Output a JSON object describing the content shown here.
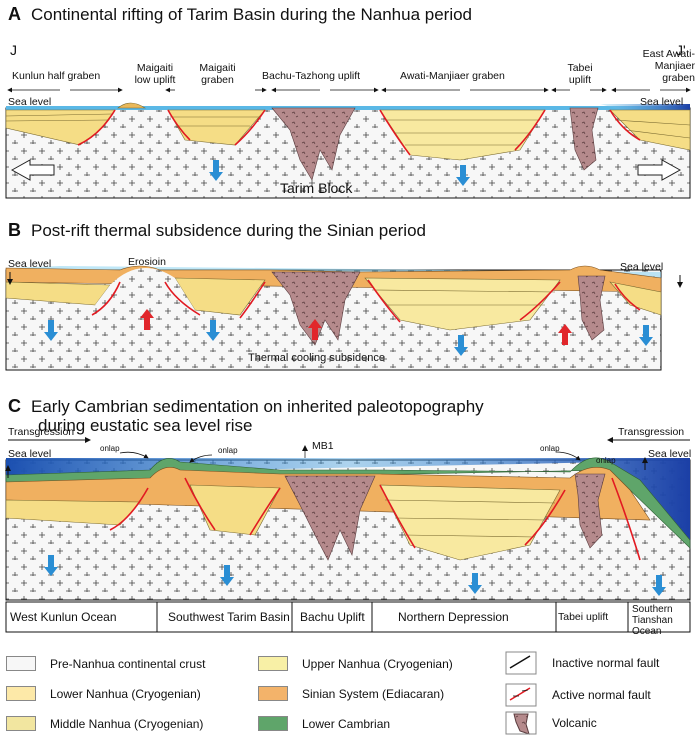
{
  "panels": {
    "a": {
      "letter": "A",
      "title": "Continental rifting of Tarim Basin during the Nanhua period",
      "section_left": "J",
      "section_right": "J'",
      "units": [
        "Kunlun half graben",
        "Maigaiti low uplift",
        "Maigaiti graben",
        "Bachu-Tazhong uplift",
        "Awati-Manjiaer graben",
        "Tabei uplift",
        "East Awati-Manjiaer graben"
      ],
      "sea_level_left": "Sea level",
      "sea_level_right": "Sea level",
      "block_label": "Tarim Block"
    },
    "b": {
      "letter": "B",
      "title": "Post-rift thermal subsidence during the Sinian period",
      "sea_level_left": "Sea level",
      "sea_level_right": "Sea level",
      "erosion_label": "Erosioin",
      "subsidence_label": "Thermal cooling subsidence"
    },
    "c": {
      "letter": "C",
      "title_line1": "Early Cambrian sedimentation on inherited paleotopography",
      "title_line2": "during eustatic sea level rise",
      "transgression_left": "Transgression",
      "transgression_right": "Transgression",
      "sea_level_left": "Sea level",
      "sea_level_right": "Sea level",
      "onlap": "onlap",
      "well": "MB1",
      "regions": [
        "West Kunlun Ocean",
        "Southwest Tarim Basin",
        "Bachu Uplift",
        "Northern Depression",
        "Tabei uplift",
        "Southern Tianshan Ocean"
      ]
    }
  },
  "legend": [
    {
      "label": "Pre-Nanhua continental crust",
      "color": "#f7f7f7"
    },
    {
      "label": "Lower Nanhua (Cryogenian)",
      "color": "#fde9a8"
    },
    {
      "label": "Middle Nanhua (Cryogenian)",
      "color": "#f2e6a0"
    },
    {
      "label": "Upper Nanhua (Cryogenian)",
      "color": "#f8f0a6"
    },
    {
      "label": "Sinian System (Ediacaran)",
      "color": "#f3b36a"
    },
    {
      "label": "Lower Cambrian",
      "color": "#5fa56a"
    },
    {
      "label": "Inactive normal fault"
    },
    {
      "label": "Active normal fault"
    },
    {
      "label": "Volcanic"
    }
  ],
  "colors": {
    "crust": "#f7f7f7",
    "nanhua_light": "#fbeeb0",
    "nanhua_mid": "#f5dd86",
    "nanhua_dark": "#efcf6a",
    "sinian": "#f0b060",
    "cambrian": "#5fa56a",
    "volcanic": "#b58a8c",
    "sea": "#1b3fa6",
    "fault": "#e21a22",
    "arrow_down": "#2a8ed4",
    "arrow_up": "#e1262b"
  }
}
